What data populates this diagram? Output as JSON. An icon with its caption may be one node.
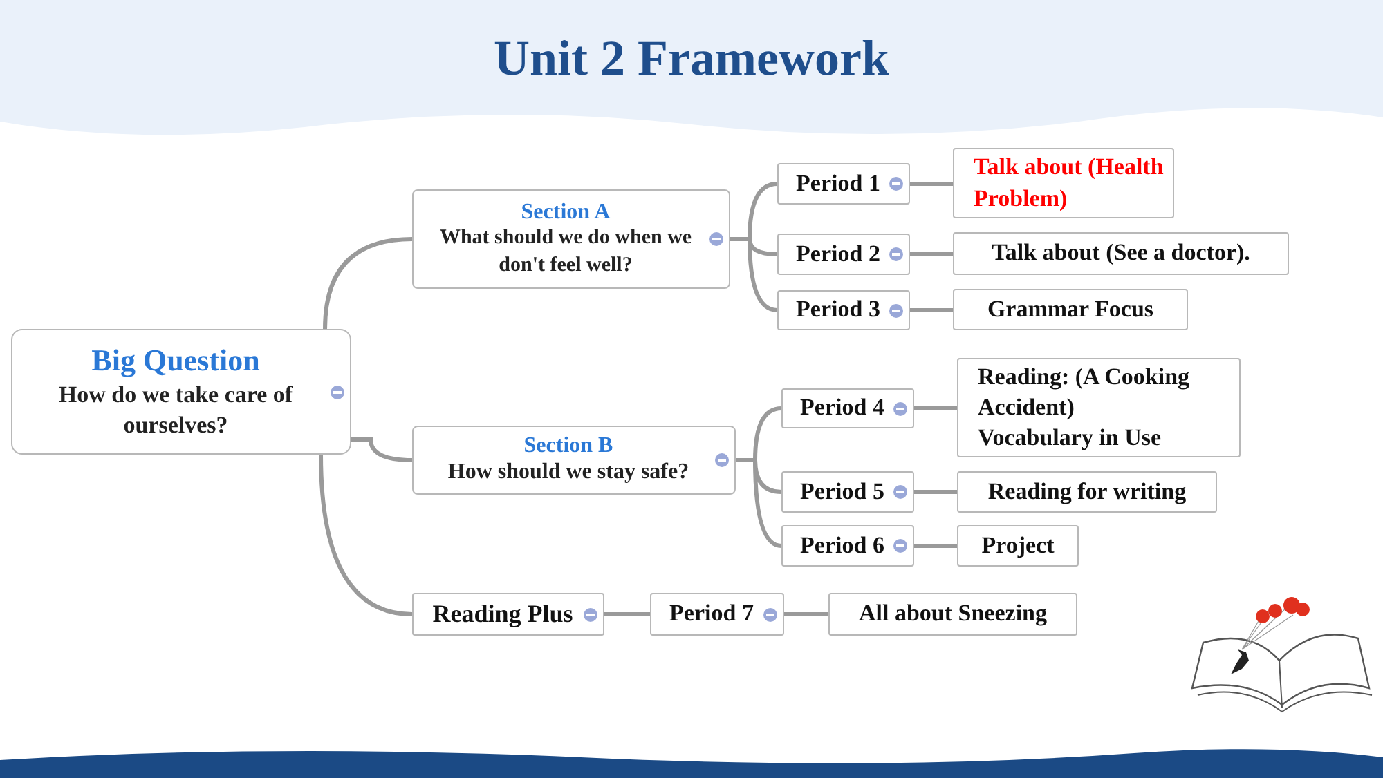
{
  "diagram": {
    "title": "Unit 2 Framework",
    "nodes": [
      {
        "text": [
          "Big Question",
          "How do we take care of ourselves?"
        ]
      },
      {
        "text": [
          "Section A",
          "What should we do when we don't feel well?"
        ]
      },
      {
        "text": [
          "Period 1"
        ]
      },
      {
        "text": [
          "Talk about (Health Problem)"
        ]
      },
      {
        "text": [
          "Period 2"
        ]
      },
      {
        "text": [
          "Talk about (See a doctor)."
        ]
      },
      {
        "text": [
          "Period 3"
        ]
      },
      {
        "text": [
          "Grammar Focus"
        ]
      },
      {
        "text": [
          "Section B",
          "How should we stay safe?"
        ]
      },
      {
        "text": [
          "Period 4"
        ]
      },
      {
        "text": [
          "Reading: (A Cooking Accident)",
          "Vocabulary in Use"
        ]
      },
      {
        "text": [
          "Period 5"
        ]
      },
      {
        "text": [
          "Reading for writing"
        ]
      },
      {
        "text": [
          "Period 6"
        ]
      },
      {
        "text": [
          "Project"
        ]
      },
      {
        "text": [
          "Reading Plus"
        ]
      },
      {
        "text": [
          "Period 7"
        ]
      },
      {
        "text": [
          "All about Sneezing"
        ]
      }
    ],
    "edges": [
      {
        "from": 0,
        "to": 1,
        "arrow": "none"
      },
      {
        "from": 0,
        "to": 8,
        "arrow": "none"
      },
      {
        "from": 0,
        "to": 15,
        "arrow": "none"
      },
      {
        "from": 1,
        "to": 2,
        "arrow": "none"
      },
      {
        "from": 1,
        "to": 4,
        "arrow": "none"
      },
      {
        "from": 1,
        "to": 6,
        "arrow": "none"
      },
      {
        "from": 2,
        "to": 3,
        "arrow": "none"
      },
      {
        "from": 4,
        "to": 5,
        "arrow": "none"
      },
      {
        "from": 6,
        "to": 7,
        "arrow": "none"
      },
      {
        "from": 8,
        "to": 9,
        "arrow": "none"
      },
      {
        "from": 8,
        "to": 11,
        "arrow": "none"
      },
      {
        "from": 8,
        "to": 13,
        "arrow": "none"
      },
      {
        "from": 9,
        "to": 10,
        "arrow": "none"
      },
      {
        "from": 11,
        "to": 12,
        "arrow": "none"
      },
      {
        "from": 13,
        "to": 14,
        "arrow": "none"
      },
      {
        "from": 15,
        "to": 16,
        "arrow": "none"
      },
      {
        "from": 16,
        "to": 17,
        "arrow": "none"
      }
    ]
  }
}
